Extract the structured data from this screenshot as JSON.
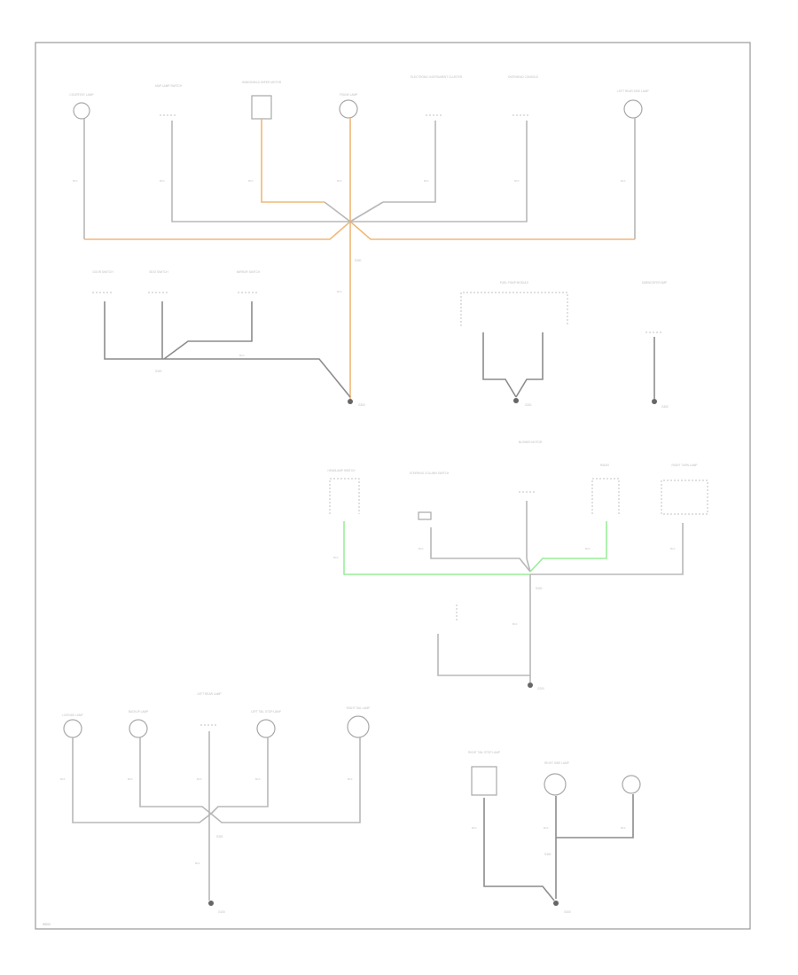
{
  "diagram": {
    "colors": {
      "wire": "#b8b8b8",
      "wire_dark": "#8c8c8c",
      "wire_orange": "#f0b878",
      "wire_green": "#99ee99",
      "frame": "#9a9a9a",
      "ground": "#666666"
    },
    "components": {
      "c1": "COURTESY LAMP",
      "c2": "MAP LAMP SWITCH",
      "c3": "WINDSHIELD WIPER MOTOR",
      "c4": "TRUNK LAMP",
      "c5": "ELECTRONIC INSTRUMENT CLUSTER",
      "c6": "OVERHEAD CONSOLE",
      "c7": "LEFT REAR SIDE LAMP",
      "c8": "DOOR SWITCH",
      "c9": "SEAT SWITCH",
      "c10": "MIRROR SWITCH",
      "c11": "FUEL PUMP MODULE",
      "c12": "SUBWOOFER AMP",
      "c13": "HEADLAMP SWITCH",
      "c14": "STEERING COLUMN SWITCH",
      "c15": "BLOWER MOTOR",
      "c16": "RADIO",
      "c17": "RIGHT TURN LAMP",
      "c18": "LICENSE LAMP",
      "c19": "BACKUP LAMP",
      "c20": "LEFT REAR LAMP",
      "c21": "LEFT TAIL STOP LAMP",
      "c22": "RIGHT TAIL LAMP",
      "c23": "RIGHT TAIL STOP LAMP",
      "c24": "RIGHT SIDE LAMP"
    },
    "ground_labels": {
      "g1": "G300",
      "g2": "G301",
      "g3": "G302",
      "g4": "G200",
      "g5": "G100",
      "g6": "G400",
      "g7": "G401"
    },
    "wire_label": "BLK",
    "pin_label": "B",
    "splice_label": "S300",
    "code": "WD00"
  }
}
